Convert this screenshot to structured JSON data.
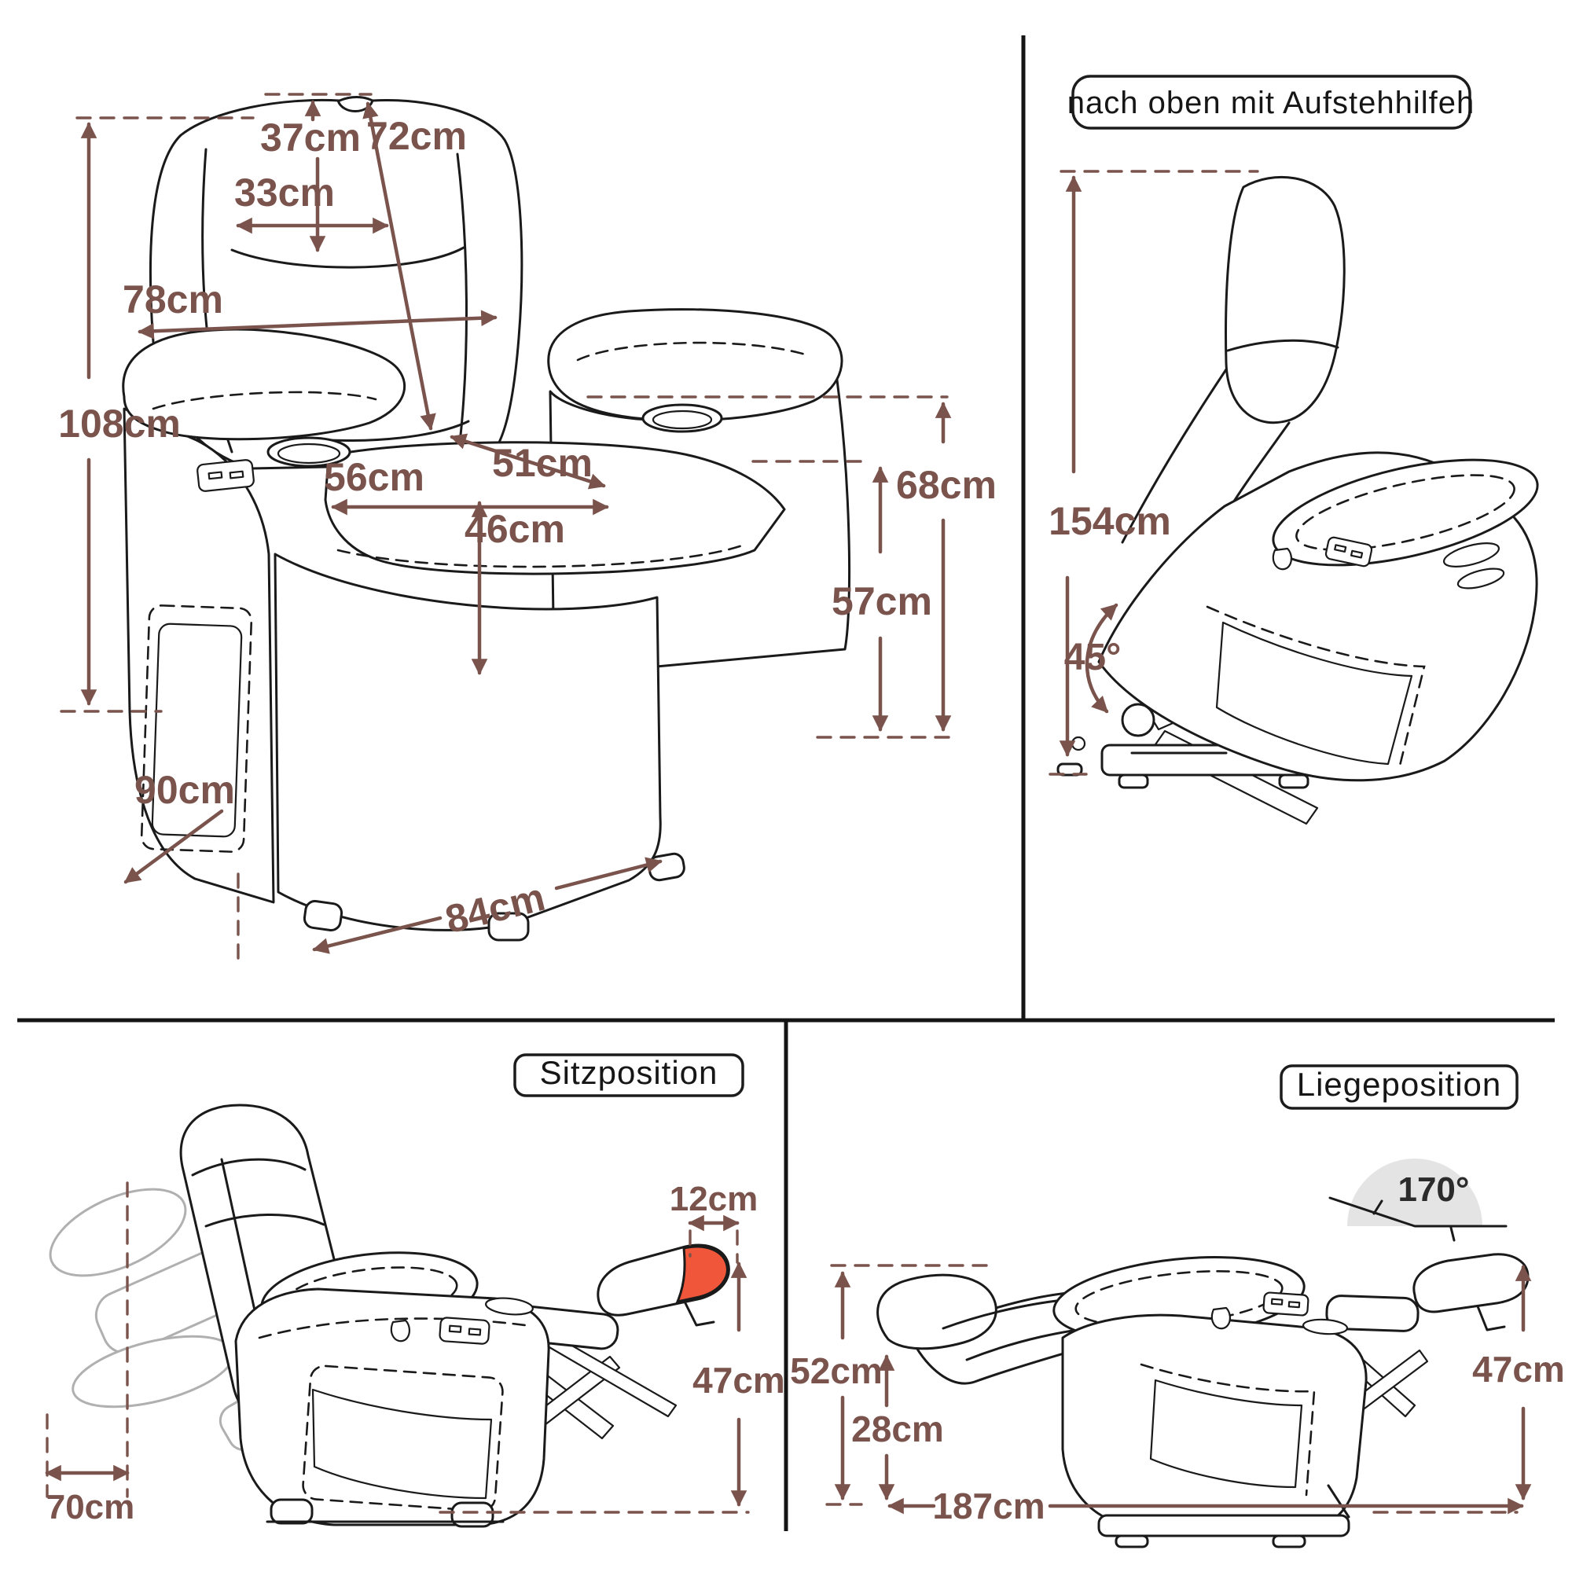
{
  "colors": {
    "dim": "#7a544c",
    "accent": "#f0563a",
    "ink": "#1a1a1a",
    "ghost": "#b0b0b0",
    "anglefill": "#e4e4e4"
  },
  "front": {
    "d37": "37cm",
    "d72": "72cm",
    "d33": "33cm",
    "d78": "78cm",
    "d108": "108cm",
    "d90": "90cm",
    "d51": "51cm",
    "d56": "56cm",
    "d46": "46cm",
    "d68": "68cm",
    "d57": "57cm",
    "d84": "84cm"
  },
  "lift": {
    "title": "nach oben mit Aufstehhilfeh",
    "d154": "154cm",
    "a45": "45°"
  },
  "sitz": {
    "title": "Sitzposition",
    "d12": "12cm",
    "d47": "47cm",
    "d70": "70cm"
  },
  "liege": {
    "title": "Liegeposition",
    "a170": "170°",
    "d52": "52cm",
    "d28": "28cm",
    "d187": "187cm",
    "d47": "47cm"
  }
}
